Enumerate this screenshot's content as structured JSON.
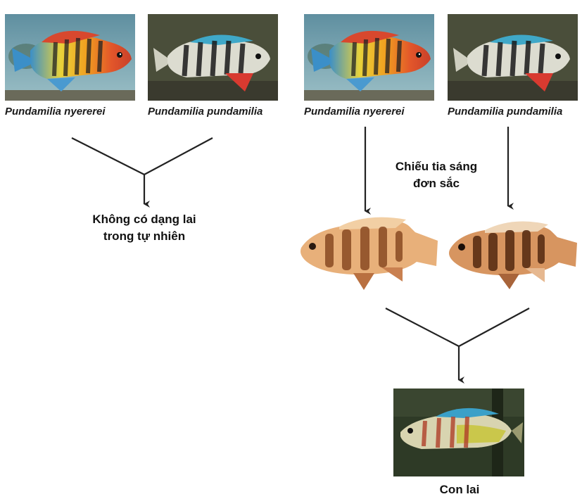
{
  "species": {
    "left_pair": {
      "nyererei": "Pundamilia nyererei",
      "pundamilia": "Pundamilia pundamilia"
    },
    "right_pair": {
      "nyererei": "Pundamilia nyererei",
      "pundamilia": "Pundamilia pundamilia"
    }
  },
  "labels": {
    "no_hybrid_line1": "Không có dạng lai",
    "no_hybrid_line2": "trong tự nhiên",
    "light_line1": "Chiếu tia sáng",
    "light_line2": "đơn sắc",
    "hybrid": "Con lai"
  },
  "icons": [
    "nyererei-fish-photo",
    "pundamilia-fish-photo",
    "sepia-fish-illustration",
    "hybrid-fish-photo",
    "arrow-down-icon"
  ]
}
